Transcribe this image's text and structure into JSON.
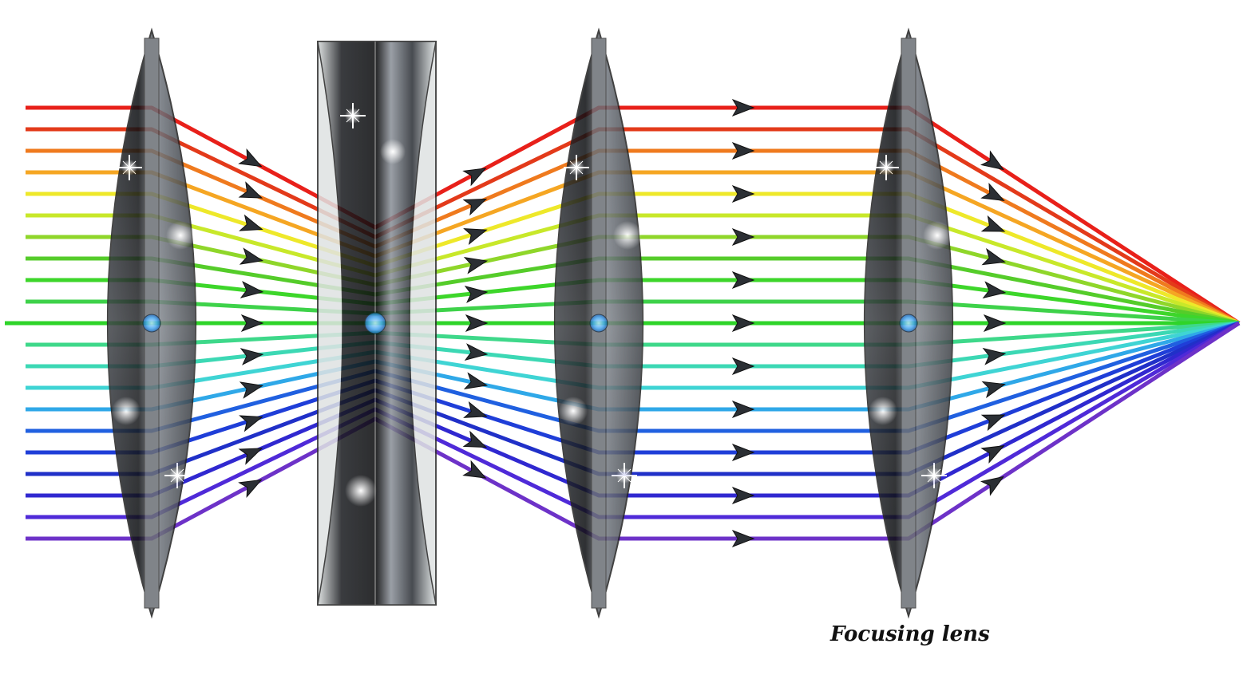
{
  "caption": "Focusing lens",
  "ray_colors": [
    "#e8201a",
    "#e33a1a",
    "#ef7a1e",
    "#f5a623",
    "#eee82a",
    "#c8e82a",
    "#8fd62a",
    "#55cc2a",
    "#3dd62a",
    "#3ed24a",
    "#2fd42a",
    "#3ed88a",
    "#3cd8b4",
    "#3fd4d4",
    "#2fa8e8",
    "#2060e0",
    "#1f3ed8",
    "#2030c8",
    "#3028d0",
    "#4f2ad8",
    "#6d32c8"
  ],
  "elements": [
    {
      "kind": "convex-lens",
      "name": "lens-1"
    },
    {
      "kind": "concave-lens",
      "name": "lens-2"
    },
    {
      "kind": "convex-lens",
      "name": "lens-3"
    },
    {
      "kind": "convex-lens",
      "name": "focusing-lens"
    }
  ]
}
